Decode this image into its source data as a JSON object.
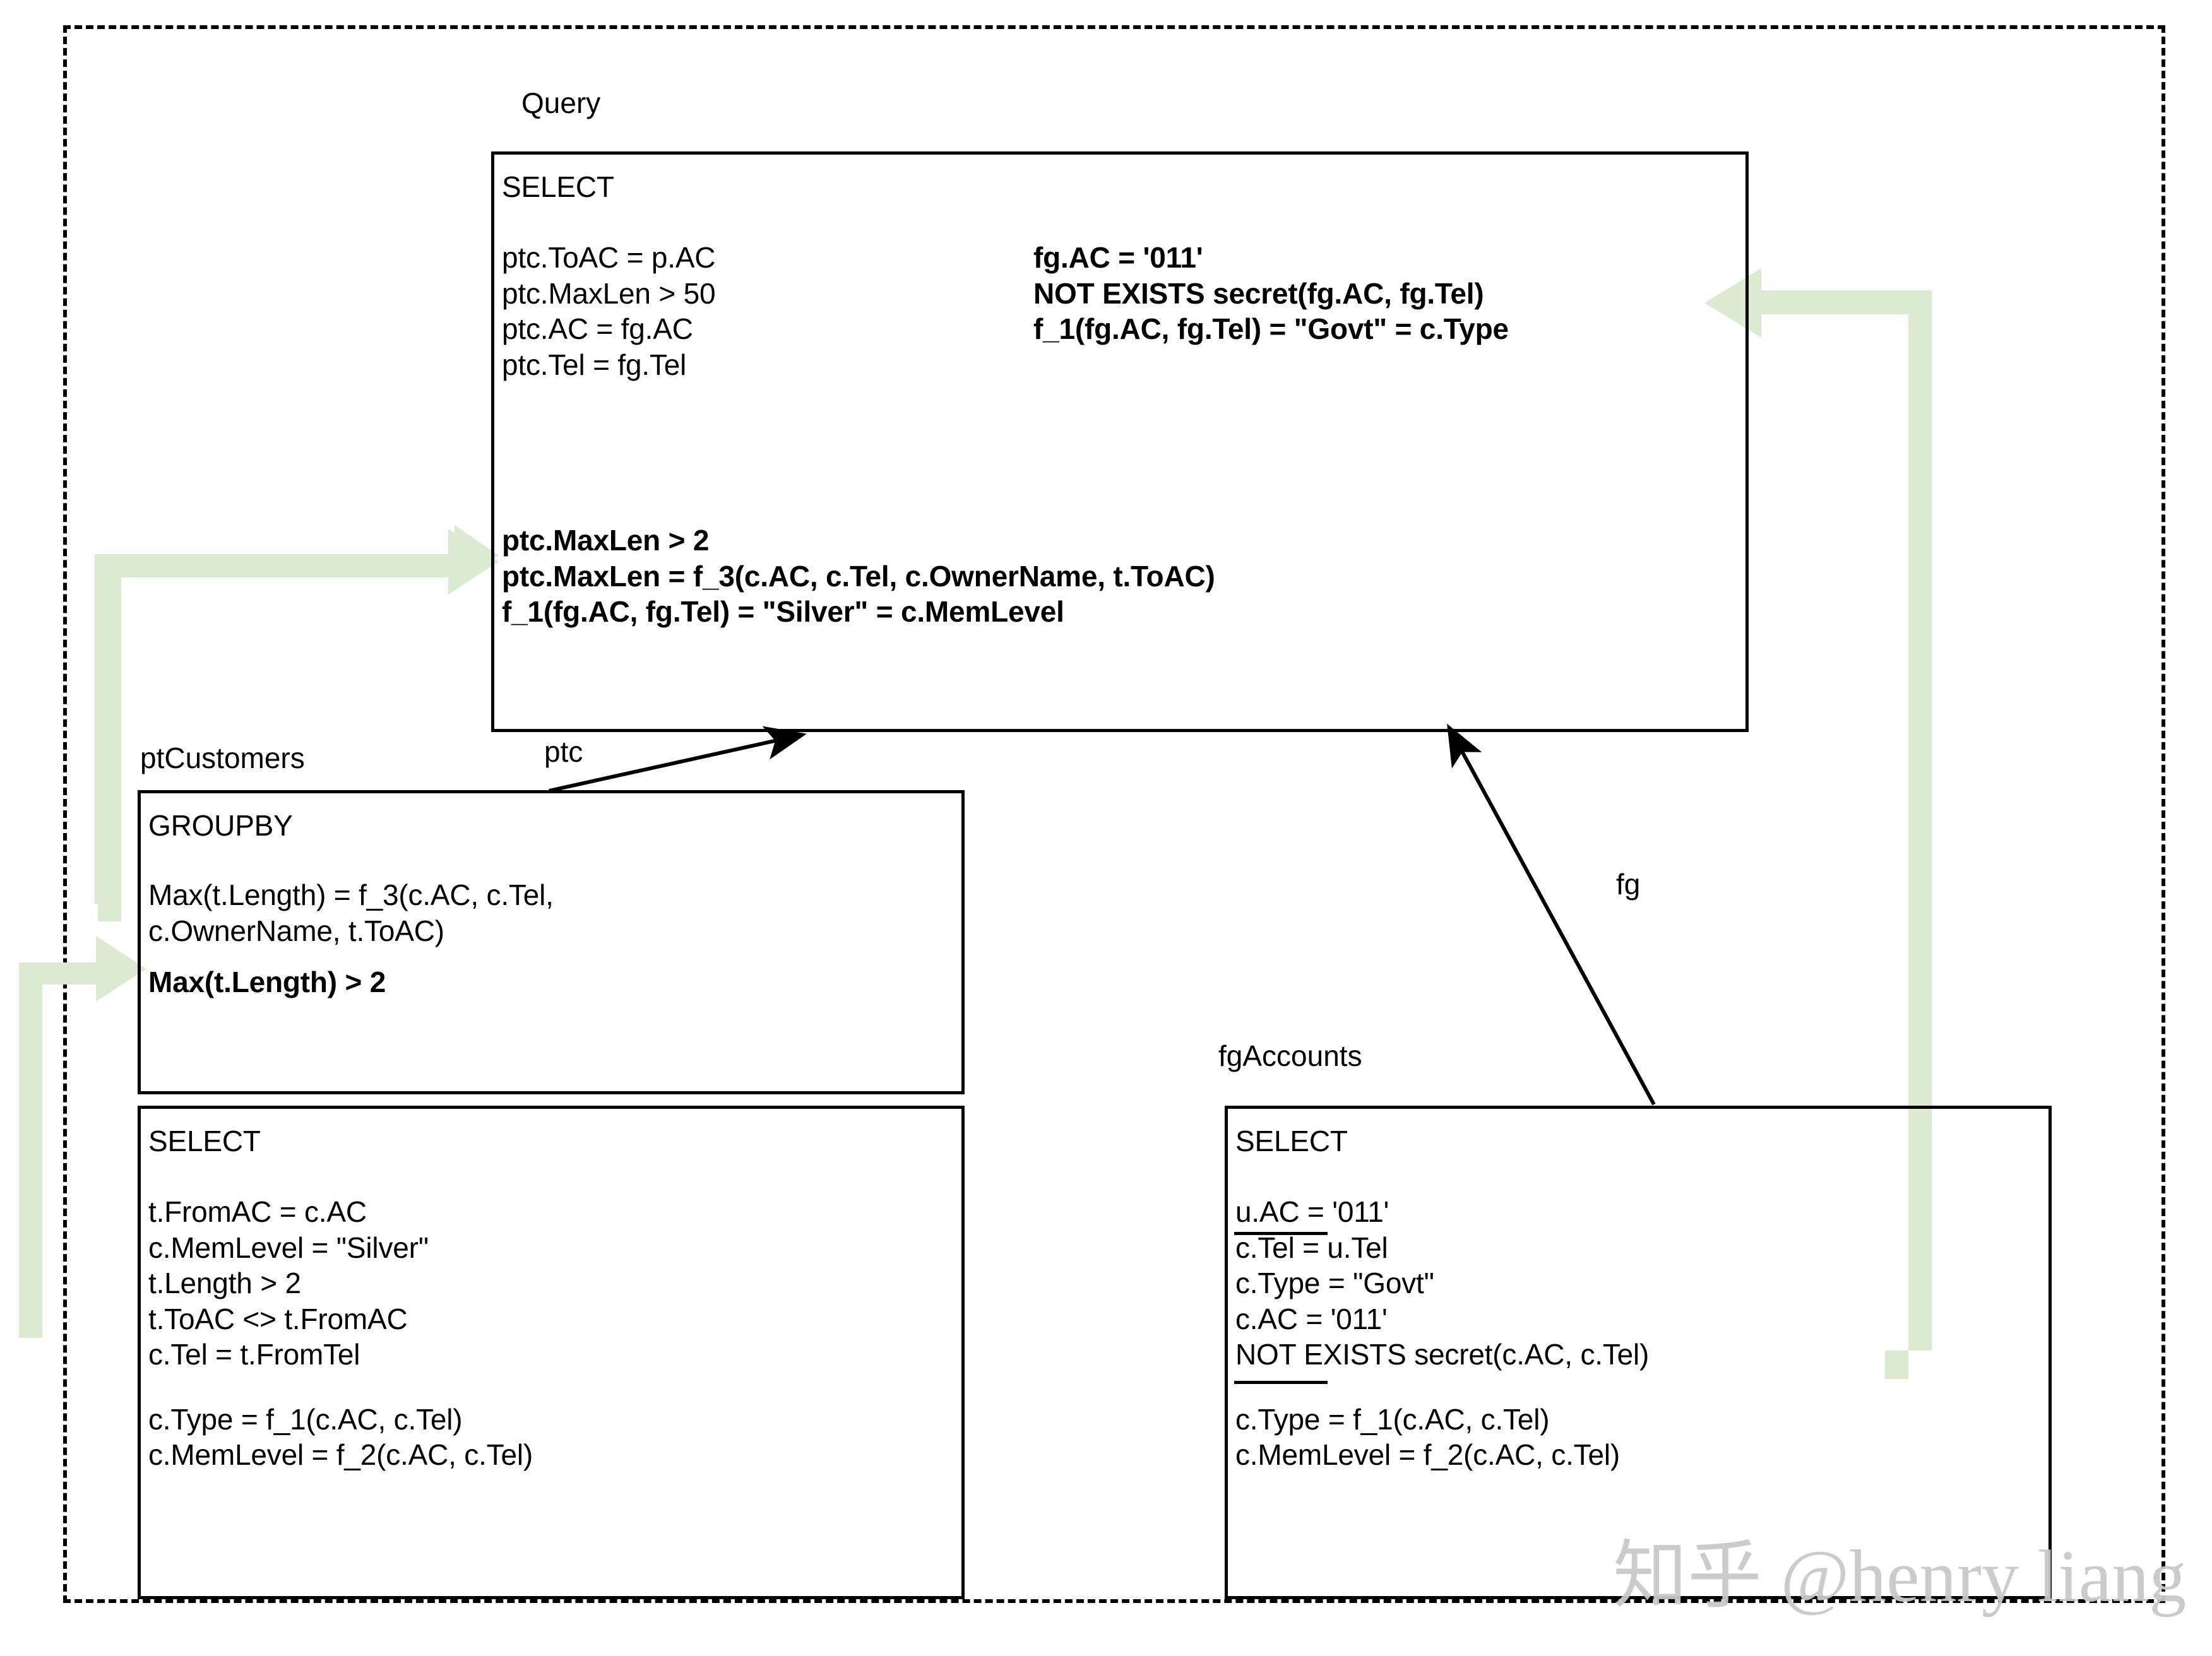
{
  "diagram": {
    "title_label": "Query",
    "watermark": "知乎 @henry liang",
    "accent_green": "#dbead0",
    "line_color": "#000000"
  },
  "query_node": {
    "label": "Query",
    "header": "SELECT",
    "left_column": [
      "ptc.ToAC = p.AC",
      "ptc.MaxLen > 50",
      "ptc.AC = fg.AC",
      "ptc.Tel = fg.Tel"
    ],
    "right_column": [
      "fg.AC = '011'",
      "NOT EXISTS secret(fg.AC, fg.Tel)",
      "f_1(fg.AC, fg.Tel) = \"Govt\" = c.Type"
    ],
    "bold_block": [
      "ptc.MaxLen > 2",
      "ptc.MaxLen = f_3(c.AC, c.Tel, c.OwnerName, t.ToAC)",
      "f_1(fg.AC, fg.Tel) = \"Silver\" = c.MemLevel"
    ]
  },
  "ptcustomers_node": {
    "label": "ptCustomers",
    "header": "GROUPBY",
    "lines": [
      "Max(t.Length) = f_3(c.AC, c.Tel,",
      "c.OwnerName, t.ToAC)"
    ],
    "bold_lines": [
      "Max(t.Length) > 2"
    ]
  },
  "ptcustomers_select_node": {
    "header": "SELECT",
    "lines": [
      "t.FromAC = c.AC",
      "c.MemLevel = \"Silver\"",
      "t.Length > 2",
      "t.ToAC <> t.FromAC",
      "c.Tel = t.FromTel"
    ],
    "lines_group2": [
      "c.Type = f_1(c.AC, c.Tel)",
      "c.MemLevel = f_2(c.AC, c.Tel)"
    ]
  },
  "fgaccounts_node": {
    "label": "fgAccounts",
    "header": "SELECT",
    "lines": [
      "u.AC = '011'",
      "c.Tel = u.Tel",
      "c.Type = \"Govt\"",
      "c.AC = '011'",
      "NOT EXISTS secret(c.AC, c.Tel)"
    ],
    "lines_group2": [
      "c.Type = f_1(c.AC, c.Tel)",
      "c.MemLevel = f_2(c.AC, c.Tel)"
    ]
  },
  "edges": [
    {
      "name": "ptc",
      "label": "ptc"
    },
    {
      "name": "fg",
      "label": "fg"
    }
  ]
}
